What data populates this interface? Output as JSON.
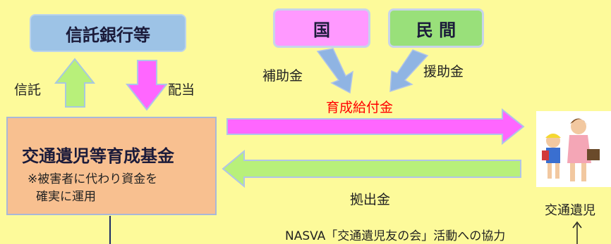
{
  "boxes": {
    "trust_bank": "信託銀行等",
    "government": "国",
    "private": "民 間",
    "fund_title": "交通遺児等育成基金",
    "fund_note_1": "※被害者に代わり資金を",
    "fund_note_2": "確実に運用"
  },
  "labels": {
    "trust": "信託",
    "dividend": "配当",
    "subsidy": "補助金",
    "support_fund": "援助金",
    "scholarship": "育成給付金",
    "contribution": "拠出金",
    "orphans": "交通遺児",
    "nasva_cooperation": "NASVA「交通遺児友の会」活動への協力"
  },
  "colors": {
    "background": "#fdfa9a",
    "trust_bank_box": "#9dc3e6",
    "government_box": "#ff99ff",
    "private_box": "#99e07a",
    "fund_box": "#f8c090",
    "pink_arrow": "#ff66ff",
    "green_arrow": "#b8f07a",
    "blue_arrow": "#8fb4e3",
    "red_text": "#ff0000"
  },
  "icons": {
    "children": "children-walking-illustration"
  }
}
